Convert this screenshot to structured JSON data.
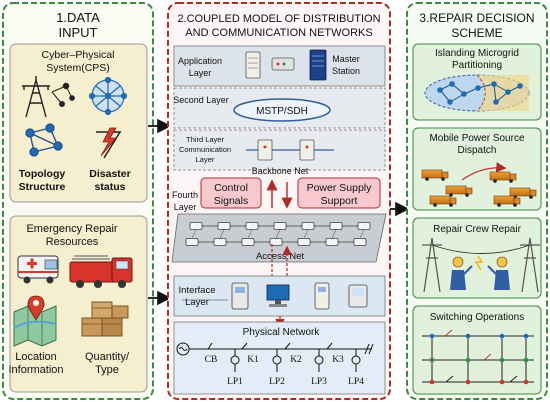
{
  "col1": {
    "title_line1": "1.DATA",
    "title_line2": "INPUT",
    "cps_line1": "Cyber–Physical",
    "cps_line2": "System(CPS)",
    "topology_line1": "Topology",
    "topology_line2": "Structure",
    "disaster_line1": "Disaster",
    "disaster_line2": "status",
    "erm_line1": "Emergency Repair",
    "erm_line2": "Resources",
    "location_line1": "Location",
    "location_line2": "Information",
    "quantity_line1": "Quantity/",
    "quantity_line2": "Type"
  },
  "col2": {
    "title_line1": "2.COUPLED MODEL OF DISTRIBUTION",
    "title_line2": "AND COMMUNICATION NETWORKS",
    "app_layer_line1": "Application",
    "app_layer_line2": "Layer",
    "master_line1": "Master",
    "master_line2": "Station",
    "second_layer": "Second Layer",
    "mstp": "MSTP/SDH",
    "third_line1": "Third Layer",
    "third_line2": "Communication",
    "third_line3": "Layer",
    "backbone": "Backbone Net",
    "fourth_line1": "Fourth",
    "fourth_line2": "Layer",
    "control_line1": "Control",
    "control_line2": "Signals",
    "power_line1": "Power Supply",
    "power_line2": "Support",
    "access": "Access Net",
    "interface_line1": "Interface",
    "interface_line2": "Layer",
    "physical": "Physical Network",
    "cb": "CB",
    "k1": "K1",
    "k2": "K2",
    "k3": "K3",
    "lp1": "LP1",
    "lp2": "LP2",
    "lp3": "LP3",
    "lp4": "LP4"
  },
  "col3": {
    "title_line1": "3.REPAIR DECISION",
    "title_line2": "SCHEME",
    "island_line1": "Islanding Microgrid",
    "island_line2": "Partitioning",
    "mobile_line1": "Mobile Power Source",
    "mobile_line2": "Dispatch",
    "crew": "Repair Crew Repair",
    "switching": "Switching Operations"
  },
  "colors": {
    "green_border": "#3c8a3f",
    "green_fill": "#eaf5e4",
    "yellow_fill": "#f5eecf",
    "red_border": "#c0392b",
    "pink_fill": "#f7c9cf",
    "blue_fill": "#dbe7f3"
  },
  "icons": [
    "transmission-tower-icon",
    "globe-network-icon",
    "topology-graph-icon",
    "lightning-bolt-icon",
    "ambulance-icon",
    "fire-truck-icon",
    "map-pin-icon",
    "boxes-icon",
    "server-icon",
    "router-icon",
    "truck-icon",
    "worker-icon",
    "switch-icon"
  ]
}
